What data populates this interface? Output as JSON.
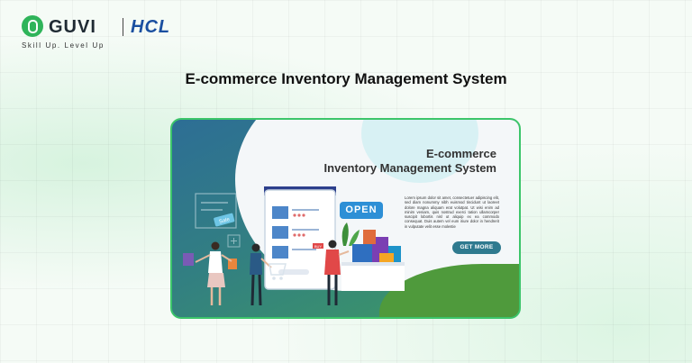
{
  "brand": {
    "guvi": "GUVI",
    "hcl": "HCL",
    "tagline": "Skill Up. Level Up"
  },
  "page_title": "E-commerce Inventory Management System",
  "banner": {
    "title_line1": "E-commerce",
    "title_line2": "Inventory Management System",
    "lorem": "Lorem ipsum dolor sit amet, consectetuer adipiscing elit, sed diam nonummy nibh euismod tincidunt ut laoreet dolore magna aliquam erat volutpat. Ut wisi enim ad minim veniam, quis nostrud exerci tation ullamcorper suscipit lobortis nisl ut aliquip ex ea commodo consequat. Duis autem vel eum iriure dolor in hendrerit in vulputate velit esse molestie",
    "button_label": "GET MORE",
    "open_sign": "OPEN",
    "sale_tag": "Sale",
    "buy_tag": "BUY"
  },
  "colors": {
    "guvi_green": "#2fb45a",
    "hcl_blue": "#1a4fa0",
    "banner_border": "#3cc56a",
    "button_teal": "#2f7a8f",
    "open_blue": "#2d8fd6"
  }
}
